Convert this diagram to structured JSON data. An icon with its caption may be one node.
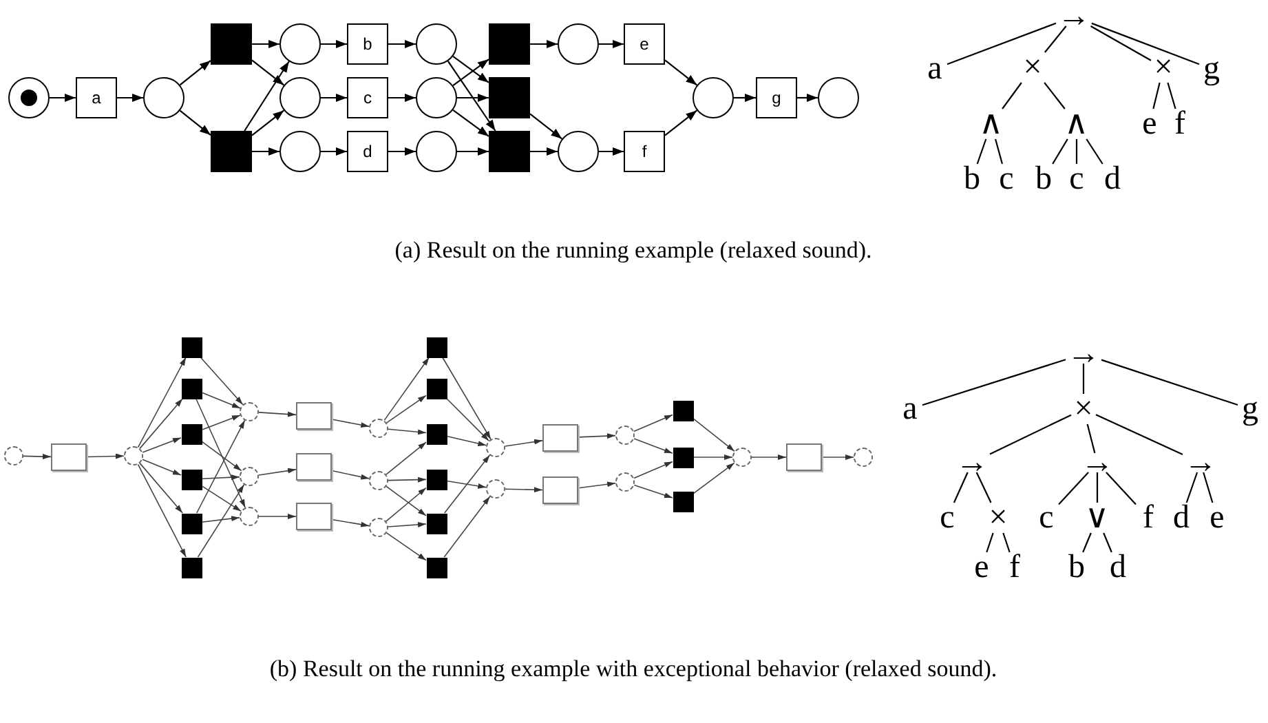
{
  "diagram": {
    "nodes": [
      {
        "text": [],
        "shape": "circle"
      },
      {
        "text": [
          "a"
        ]
      },
      {
        "text": [],
        "shape": "circle"
      },
      {
        "text": [],
        "shape": "block"
      },
      {
        "text": [],
        "shape": "block"
      },
      {
        "text": [],
        "shape": "circle"
      },
      {
        "text": [],
        "shape": "circle"
      },
      {
        "text": [],
        "shape": "circle"
      },
      {
        "text": [
          "b"
        ]
      },
      {
        "text": [
          "c"
        ]
      },
      {
        "text": [
          "d"
        ]
      },
      {
        "text": [],
        "shape": "circle"
      },
      {
        "text": [],
        "shape": "circle"
      },
      {
        "text": [],
        "shape": "circle"
      },
      {
        "text": [],
        "shape": "block"
      },
      {
        "text": [],
        "shape": "block"
      },
      {
        "text": [],
        "shape": "block"
      },
      {
        "text": [],
        "shape": "circle"
      },
      {
        "text": [],
        "shape": "circle"
      },
      {
        "text": [
          "e"
        ]
      },
      {
        "text": [
          "f"
        ]
      },
      {
        "text": [],
        "shape": "circle"
      },
      {
        "text": [
          "g"
        ]
      },
      {
        "text": [],
        "shape": "circle"
      },
      {
        "text": [
          "→"
        ]
      },
      {
        "text": [
          "a"
        ]
      },
      {
        "text": [
          "×"
        ]
      },
      {
        "text": [
          "×"
        ]
      },
      {
        "text": [
          "g"
        ]
      },
      {
        "text": [
          "∧"
        ]
      },
      {
        "text": [
          "∧"
        ]
      },
      {
        "text": [
          "e"
        ]
      },
      {
        "text": [
          "f"
        ]
      },
      {
        "text": [
          "b"
        ]
      },
      {
        "text": [
          "c"
        ]
      },
      {
        "text": [
          "b"
        ]
      },
      {
        "text": [
          "c"
        ]
      },
      {
        "text": [
          "d"
        ]
      },
      {
        "text": [],
        "shape": "circle"
      },
      {
        "text": [],
        "shape": "box"
      },
      {
        "text": [],
        "shape": "circle"
      },
      {
        "text": [],
        "shape": "block"
      },
      {
        "text": [],
        "shape": "block"
      },
      {
        "text": [],
        "shape": "block"
      },
      {
        "text": [],
        "shape": "block"
      },
      {
        "text": [],
        "shape": "block"
      },
      {
        "text": [],
        "shape": "block"
      },
      {
        "text": [],
        "shape": "circle"
      },
      {
        "text": [],
        "shape": "circle"
      },
      {
        "text": [],
        "shape": "circle"
      },
      {
        "text": [],
        "shape": "box"
      },
      {
        "text": [],
        "shape": "box"
      },
      {
        "text": [],
        "shape": "box"
      },
      {
        "text": [],
        "shape": "circle"
      },
      {
        "text": [],
        "shape": "circle"
      },
      {
        "text": [],
        "shape": "circle"
      },
      {
        "text": [],
        "shape": "block"
      },
      {
        "text": [],
        "shape": "block"
      },
      {
        "text": [],
        "shape": "block"
      },
      {
        "text": [],
        "shape": "block"
      },
      {
        "text": [],
        "shape": "block"
      },
      {
        "text": [],
        "shape": "block"
      },
      {
        "text": [],
        "shape": "circle"
      },
      {
        "text": [],
        "shape": "circle"
      },
      {
        "text": [],
        "shape": "box"
      },
      {
        "text": [],
        "shape": "box"
      },
      {
        "text": [],
        "shape": "circle"
      },
      {
        "text": [],
        "shape": "circle"
      },
      {
        "text": [],
        "shape": "block"
      },
      {
        "text": [],
        "shape": "block"
      },
      {
        "text": [],
        "shape": "block"
      },
      {
        "text": [],
        "shape": "circle"
      },
      {
        "text": [],
        "shape": "box"
      },
      {
        "text": [],
        "shape": "circle"
      },
      {
        "text": [
          "→"
        ]
      },
      {
        "text": [
          "a"
        ]
      },
      {
        "text": [
          "×"
        ]
      },
      {
        "text": [
          "g"
        ]
      },
      {
        "text": [
          "→"
        ]
      },
      {
        "text": [
          "→"
        ]
      },
      {
        "text": [
          "→"
        ]
      },
      {
        "text": [
          "c"
        ]
      },
      {
        "text": [
          "×"
        ]
      },
      {
        "text": [
          "c"
        ]
      },
      {
        "text": [
          "∨"
        ]
      },
      {
        "text": [
          "f"
        ]
      },
      {
        "text": [
          "d"
        ]
      },
      {
        "text": [
          "e"
        ]
      },
      {
        "text": [
          "e"
        ]
      },
      {
        "text": [
          "f"
        ]
      },
      {
        "text": [
          "b"
        ]
      },
      {
        "text": [
          "d"
        ]
      }
    ],
    "edges": [
      {
        "from": 0,
        "to": 1,
        "arrow": "to"
      },
      {
        "from": 1,
        "to": 2,
        "arrow": "to"
      },
      {
        "from": 2,
        "to": 3,
        "arrow": "to"
      },
      {
        "from": 2,
        "to": 4,
        "arrow": "to"
      },
      {
        "from": 3,
        "to": 5,
        "arrow": "to"
      },
      {
        "from": 3,
        "to": 6,
        "arrow": "to"
      },
      {
        "from": 4,
        "to": 5,
        "arrow": "to"
      },
      {
        "from": 4,
        "to": 6,
        "arrow": "to"
      },
      {
        "from": 4,
        "to": 7,
        "arrow": "to"
      },
      {
        "from": 5,
        "to": 8,
        "arrow": "to"
      },
      {
        "from": 6,
        "to": 9,
        "arrow": "to"
      },
      {
        "from": 7,
        "to": 10,
        "arrow": "to"
      },
      {
        "from": 8,
        "to": 11,
        "arrow": "to"
      },
      {
        "from": 9,
        "to": 12,
        "arrow": "to"
      },
      {
        "from": 10,
        "to": 13,
        "arrow": "to"
      },
      {
        "from": 11,
        "to": 15,
        "arrow": "to"
      },
      {
        "from": 11,
        "to": 16,
        "arrow": "to"
      },
      {
        "from": 12,
        "to": 14,
        "arrow": "to"
      },
      {
        "from": 12,
        "to": 15,
        "arrow": "to"
      },
      {
        "from": 12,
        "to": 16,
        "arrow": "to"
      },
      {
        "from": 13,
        "to": 16,
        "arrow": "to"
      },
      {
        "from": 14,
        "to": 17,
        "arrow": "to"
      },
      {
        "from": 15,
        "to": 18,
        "arrow": "to"
      },
      {
        "from": 16,
        "to": 18,
        "arrow": "to"
      },
      {
        "from": 17,
        "to": 19,
        "arrow": "to"
      },
      {
        "from": 18,
        "to": 20,
        "arrow": "to"
      },
      {
        "from": 19,
        "to": 21,
        "arrow": "to"
      },
      {
        "from": 20,
        "to": 21,
        "arrow": "to"
      },
      {
        "from": 21,
        "to": 22,
        "arrow": "to"
      },
      {
        "from": 22,
        "to": 23,
        "arrow": "to"
      },
      {
        "from": 24,
        "to": 25,
        "arrow": "none"
      },
      {
        "from": 24,
        "to": 26,
        "arrow": "none"
      },
      {
        "from": 24,
        "to": 27,
        "arrow": "none"
      },
      {
        "from": 24,
        "to": 28,
        "arrow": "none"
      },
      {
        "from": 26,
        "to": 29,
        "arrow": "none"
      },
      {
        "from": 26,
        "to": 30,
        "arrow": "none"
      },
      {
        "from": 27,
        "to": 31,
        "arrow": "none"
      },
      {
        "from": 27,
        "to": 32,
        "arrow": "none"
      },
      {
        "from": 29,
        "to": 33,
        "arrow": "none"
      },
      {
        "from": 29,
        "to": 34,
        "arrow": "none"
      },
      {
        "from": 30,
        "to": 35,
        "arrow": "none"
      },
      {
        "from": 30,
        "to": 36,
        "arrow": "none"
      },
      {
        "from": 30,
        "to": 37,
        "arrow": "none"
      },
      {
        "from": 38,
        "to": 39,
        "arrow": "to"
      },
      {
        "from": 39,
        "to": 40,
        "arrow": "to"
      },
      {
        "from": 40,
        "to": 41,
        "arrow": "to"
      },
      {
        "from": 40,
        "to": 42,
        "arrow": "to"
      },
      {
        "from": 40,
        "to": 43,
        "arrow": "to"
      },
      {
        "from": 40,
        "to": 44,
        "arrow": "to"
      },
      {
        "from": 40,
        "to": 45,
        "arrow": "to"
      },
      {
        "from": 40,
        "to": 46,
        "arrow": "to"
      },
      {
        "from": 41,
        "to": 47,
        "arrow": "to"
      },
      {
        "from": 42,
        "to": 47,
        "arrow": "to"
      },
      {
        "from": 42,
        "to": 49,
        "arrow": "to"
      },
      {
        "from": 43,
        "to": 47,
        "arrow": "to"
      },
      {
        "from": 43,
        "to": 48,
        "arrow": "to"
      },
      {
        "from": 44,
        "to": 48,
        "arrow": "to"
      },
      {
        "from": 44,
        "to": 49,
        "arrow": "to"
      },
      {
        "from": 45,
        "to": 47,
        "arrow": "to"
      },
      {
        "from": 45,
        "to": 49,
        "arrow": "to"
      },
      {
        "from": 46,
        "to": 48,
        "arrow": "to"
      },
      {
        "from": 47,
        "to": 50,
        "arrow": "to"
      },
      {
        "from": 48,
        "to": 51,
        "arrow": "to"
      },
      {
        "from": 49,
        "to": 52,
        "arrow": "to"
      },
      {
        "from": 50,
        "to": 53,
        "arrow": "to"
      },
      {
        "from": 51,
        "to": 54,
        "arrow": "to"
      },
      {
        "from": 52,
        "to": 55,
        "arrow": "to"
      },
      {
        "from": 53,
        "to": 56,
        "arrow": "to"
      },
      {
        "from": 53,
        "to": 57,
        "arrow": "to"
      },
      {
        "from": 53,
        "to": 58,
        "arrow": "to"
      },
      {
        "from": 54,
        "to": 58,
        "arrow": "to"
      },
      {
        "from": 54,
        "to": 59,
        "arrow": "to"
      },
      {
        "from": 54,
        "to": 60,
        "arrow": "to"
      },
      {
        "from": 55,
        "to": 59,
        "arrow": "to"
      },
      {
        "from": 55,
        "to": 60,
        "arrow": "to"
      },
      {
        "from": 55,
        "to": 61,
        "arrow": "to"
      },
      {
        "from": 56,
        "to": 62,
        "arrow": "to"
      },
      {
        "from": 57,
        "to": 62,
        "arrow": "to"
      },
      {
        "from": 58,
        "to": 62,
        "arrow": "to"
      },
      {
        "from": 59,
        "to": 63,
        "arrow": "to"
      },
      {
        "from": 60,
        "to": 62,
        "arrow": "to"
      },
      {
        "from": 61,
        "to": 63,
        "arrow": "to"
      },
      {
        "from": 62,
        "to": 64,
        "arrow": "to"
      },
      {
        "from": 63,
        "to": 65,
        "arrow": "to"
      },
      {
        "from": 64,
        "to": 66,
        "arrow": "to"
      },
      {
        "from": 65,
        "to": 67,
        "arrow": "to"
      },
      {
        "from": 66,
        "to": 68,
        "arrow": "to"
      },
      {
        "from": 66,
        "to": 69,
        "arrow": "to"
      },
      {
        "from": 67,
        "to": 69,
        "arrow": "to"
      },
      {
        "from": 67,
        "to": 70,
        "arrow": "to"
      },
      {
        "from": 68,
        "to": 71,
        "arrow": "to"
      },
      {
        "from": 69,
        "to": 71,
        "arrow": "to"
      },
      {
        "from": 70,
        "to": 71,
        "arrow": "to"
      },
      {
        "from": 71,
        "to": 72,
        "arrow": "to"
      },
      {
        "from": 72,
        "to": 73,
        "arrow": "to"
      },
      {
        "from": 74,
        "to": 75,
        "arrow": "none"
      },
      {
        "from": 74,
        "to": 76,
        "arrow": "none"
      },
      {
        "from": 74,
        "to": 77,
        "arrow": "none"
      },
      {
        "from": 76,
        "to": 78,
        "arrow": "none"
      },
      {
        "from": 76,
        "to": 79,
        "arrow": "none"
      },
      {
        "from": 76,
        "to": 80,
        "arrow": "none"
      },
      {
        "from": 78,
        "to": 81,
        "arrow": "none"
      },
      {
        "from": 78,
        "to": 82,
        "arrow": "none"
      },
      {
        "from": 82,
        "to": 88,
        "arrow": "none"
      },
      {
        "from": 82,
        "to": 89,
        "arrow": "none"
      },
      {
        "from": 79,
        "to": 83,
        "arrow": "none"
      },
      {
        "from": 79,
        "to": 84,
        "arrow": "none"
      },
      {
        "from": 79,
        "to": 85,
        "arrow": "none"
      },
      {
        "from": 84,
        "to": 90,
        "arrow": "none"
      },
      {
        "from": 84,
        "to": 91,
        "arrow": "none"
      },
      {
        "from": 80,
        "to": 86,
        "arrow": "none"
      },
      {
        "from": 80,
        "to": 87,
        "arrow": "none"
      }
    ],
    "labels": [
      "(a) Result on the running example (relaxed sound).",
      "(b) Result on the running example with exceptional behavior (relaxed sound)."
    ]
  }
}
